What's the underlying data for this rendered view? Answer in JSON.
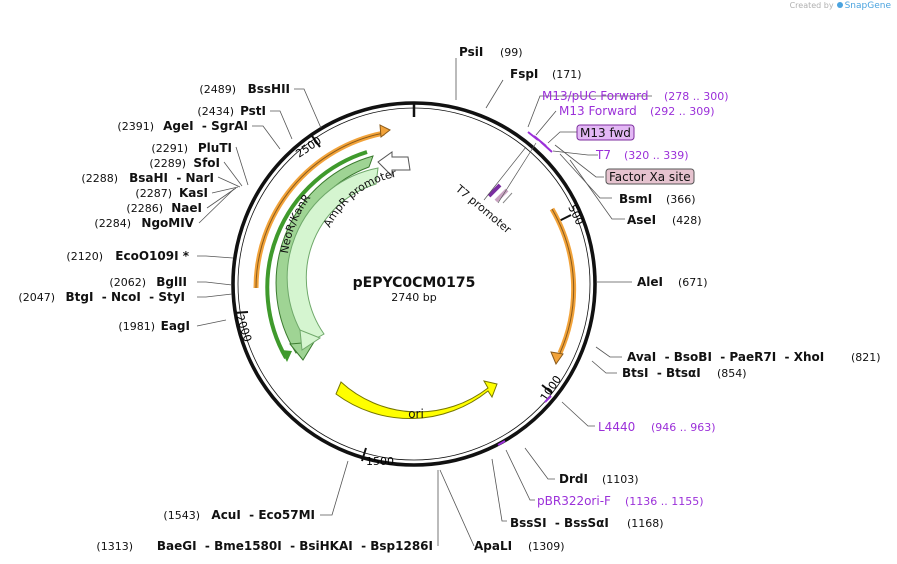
{
  "credit": {
    "prefix": "Created by",
    "brand": "SnapGene"
  },
  "plasmid": {
    "name": "pEPYC0CM0175",
    "length_label": "2740 bp",
    "length": 2740
  },
  "ticks": [
    "500",
    "1000",
    "1500",
    "2000",
    "2500"
  ],
  "features": [
    {
      "name": "NeoR/KanR",
      "type": "cds",
      "color": "#9fd494"
    },
    {
      "name": "AmpR promoter",
      "type": "promoter",
      "color": "#ffffff"
    },
    {
      "name": "ori",
      "type": "rep_origin",
      "color": "#ffff00"
    },
    {
      "name": "T7 promoter",
      "type": "promoter"
    }
  ],
  "enzymes": [
    {
      "pos": "(99)",
      "name": "PsiI"
    },
    {
      "pos": "(171)",
      "name": "FspI"
    },
    {
      "pos": "(366)",
      "name": "BsmI"
    },
    {
      "pos": "(428)",
      "name": "AseI"
    },
    {
      "pos": "(671)",
      "name": "AleI"
    },
    {
      "pos": "(821)",
      "name": "AvaI  - BsoBI  - PaeR7I  - XhoI"
    },
    {
      "pos": "(854)",
      "name": "BtsI  - BtsαI"
    },
    {
      "pos": "(1103)",
      "name": "DrdI"
    },
    {
      "pos": "(1168)",
      "name": "BssSI  - BssSαI"
    },
    {
      "pos": "(1309)",
      "name": "ApaLI"
    },
    {
      "pos": "(1313)",
      "name": "BaeGI  - Bme1580I  - BsiHKAI  - Bsp1286I"
    },
    {
      "pos": "(1543)",
      "name": "AcuI  - Eco57MI"
    },
    {
      "pos": "(1981)",
      "name": "EagI"
    },
    {
      "pos": "(2047)",
      "name": "BtgI  - NcoI  - StyI"
    },
    {
      "pos": "(2062)",
      "name": "BglII"
    },
    {
      "pos": "(2120)",
      "name": "EcoO109I *"
    },
    {
      "pos": "(2284)",
      "name": "NgoMIV"
    },
    {
      "pos": "(2286)",
      "name": "NaeI"
    },
    {
      "pos": "(2287)",
      "name": "KasI"
    },
    {
      "pos": "(2288)",
      "name": "BsaHI  - NarI"
    },
    {
      "pos": "(2289)",
      "name": "SfoI"
    },
    {
      "pos": "(2291)",
      "name": "PluTI"
    },
    {
      "pos": "(2391)",
      "name": "AgeI  - SgrAI"
    },
    {
      "pos": "(2434)",
      "name": "PstI"
    },
    {
      "pos": "(2489)",
      "name": "BssHII"
    }
  ],
  "primers": [
    {
      "name": "M13/pUC Forward",
      "range": "(278 .. 300)"
    },
    {
      "name": "M13 Forward",
      "range": "(292 .. 309)"
    },
    {
      "name": "T7",
      "range": "(320 .. 339)"
    },
    {
      "name": "L4440",
      "range": "(946 .. 963)"
    },
    {
      "name": "pBR322ori-F",
      "range": "(1136 .. 1155)"
    }
  ],
  "boxed_features": [
    {
      "name": "M13 fwd",
      "fill": "#e3b8f5",
      "stroke": "#7c2d9e"
    },
    {
      "name": "Factor Xa site",
      "fill": "#e6c3cf",
      "stroke": "#555555"
    }
  ],
  "colors": {
    "primer": "#9b30d9",
    "backbone": "#111111",
    "orange": "#f2a33a"
  }
}
